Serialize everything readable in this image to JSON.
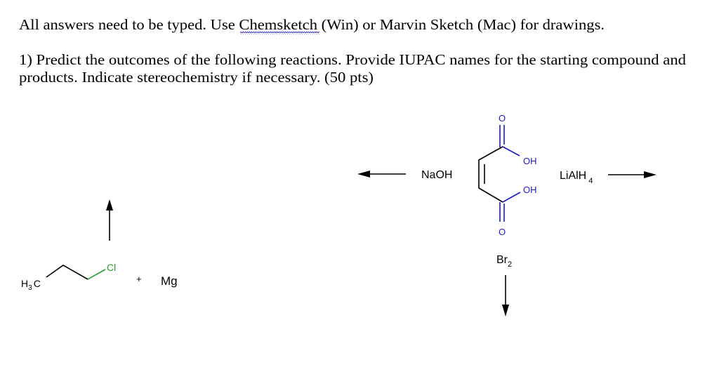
{
  "instructions": {
    "line1_before": "All answers need to be typed. Use ",
    "line1_link": "Chemsketch",
    "line1_after": " (Win) or Marvin Sketch (Mac) for drawings.",
    "question_line1": "1) Predict the outcomes of the following reactions. Provide IUPAC names for the starting compound and",
    "question_line2": "products. Indicate stereochemistry if necessary. (50 pts)"
  },
  "reaction1": {
    "methyl_label": "H",
    "methyl_sub": "3",
    "methyl_c": "C",
    "halogen": "Cl",
    "plus": "+",
    "reagent": "Mg"
  },
  "reaction2": {
    "carbonyl_o_top": "O",
    "carbonyl_o_bottom": "O",
    "hydroxyl_top": "OH",
    "hydroxyl_bottom": "OH",
    "reagent_left": "NaOH",
    "reagent_right": "LiAlH",
    "reagent_right_sub": "4",
    "reagent_down": "Br",
    "reagent_down_sub": "2"
  },
  "colors": {
    "oxygen": "#1a1acc",
    "chlorine": "#2a9a2a",
    "spellcheck": "#3333cc"
  }
}
